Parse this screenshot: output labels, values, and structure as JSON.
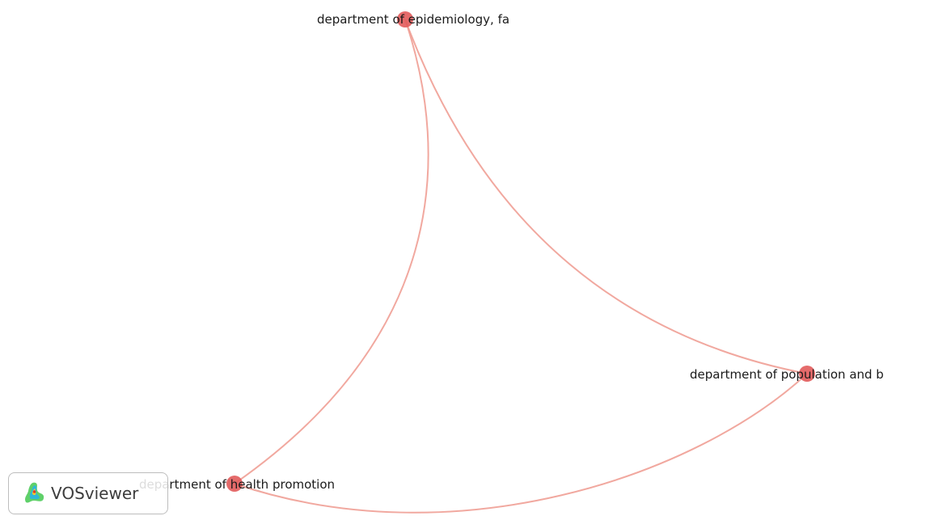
{
  "network": {
    "nodes": [
      {
        "id": "epi",
        "label": "department of epidemiology, fa"
      },
      {
        "id": "pop",
        "label": "department of population and b"
      },
      {
        "id": "hp",
        "label": "department of health promotion"
      }
    ],
    "edges": [
      {
        "source": "epi",
        "target": "hp"
      },
      {
        "source": "epi",
        "target": "pop"
      },
      {
        "source": "hp",
        "target": "pop"
      }
    ]
  },
  "branding": {
    "logo_icon": "vosviewer-logo-icon",
    "name": "VOSviewer"
  },
  "colors": {
    "node": "#e25b5b",
    "edge": "#ef9f95"
  }
}
